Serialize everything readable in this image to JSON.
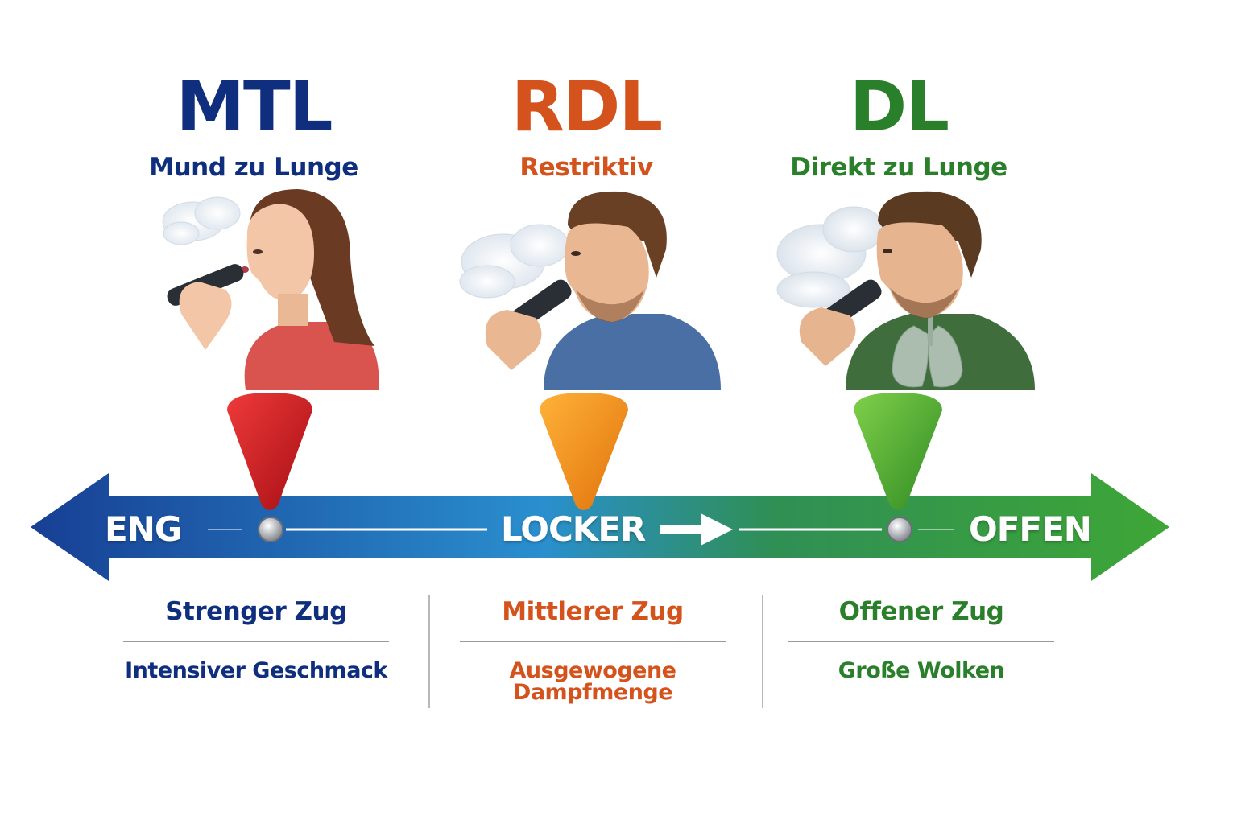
{
  "colors": {
    "mtl": "#0f2f7e",
    "rdl": "#d4531c",
    "dl": "#2a7f2a",
    "pin_red": "#c8121c",
    "pin_orange": "#f08a0a",
    "pin_green": "#4aa832",
    "arrow_left": "#173f94",
    "arrow_mid": "#2a8fce",
    "arrow_right": "#3ea636"
  },
  "columns": [
    {
      "key": "mtl",
      "abbr": "MTL",
      "full": "Mund zu Lunge",
      "draw": "Strenger Zug",
      "feature": "Intensiver Geschmack"
    },
    {
      "key": "rdl",
      "abbr": "RDL",
      "full": "Restriktiv",
      "draw": "Mittlerer Zug",
      "feature": "Ausgewogene Dampfmenge"
    },
    {
      "key": "dl",
      "abbr": "DL",
      "full": "Direkt zu Lunge",
      "draw": "Offener Zug",
      "feature": "Große Wolken"
    }
  ],
  "scale": {
    "left": "ENG",
    "middle": "LOCKER",
    "right": "OFFEN"
  },
  "illustrations": [
    {
      "subject": "woman-vaping",
      "shirt": "#d9534f",
      "hair": "#6b3a22"
    },
    {
      "subject": "man-vaping",
      "shirt": "#4a6fa5",
      "hair": "#6a4024"
    },
    {
      "subject": "man-vaping-lungs",
      "shirt": "#3f6e3c",
      "hair": "#5a3a20"
    }
  ]
}
